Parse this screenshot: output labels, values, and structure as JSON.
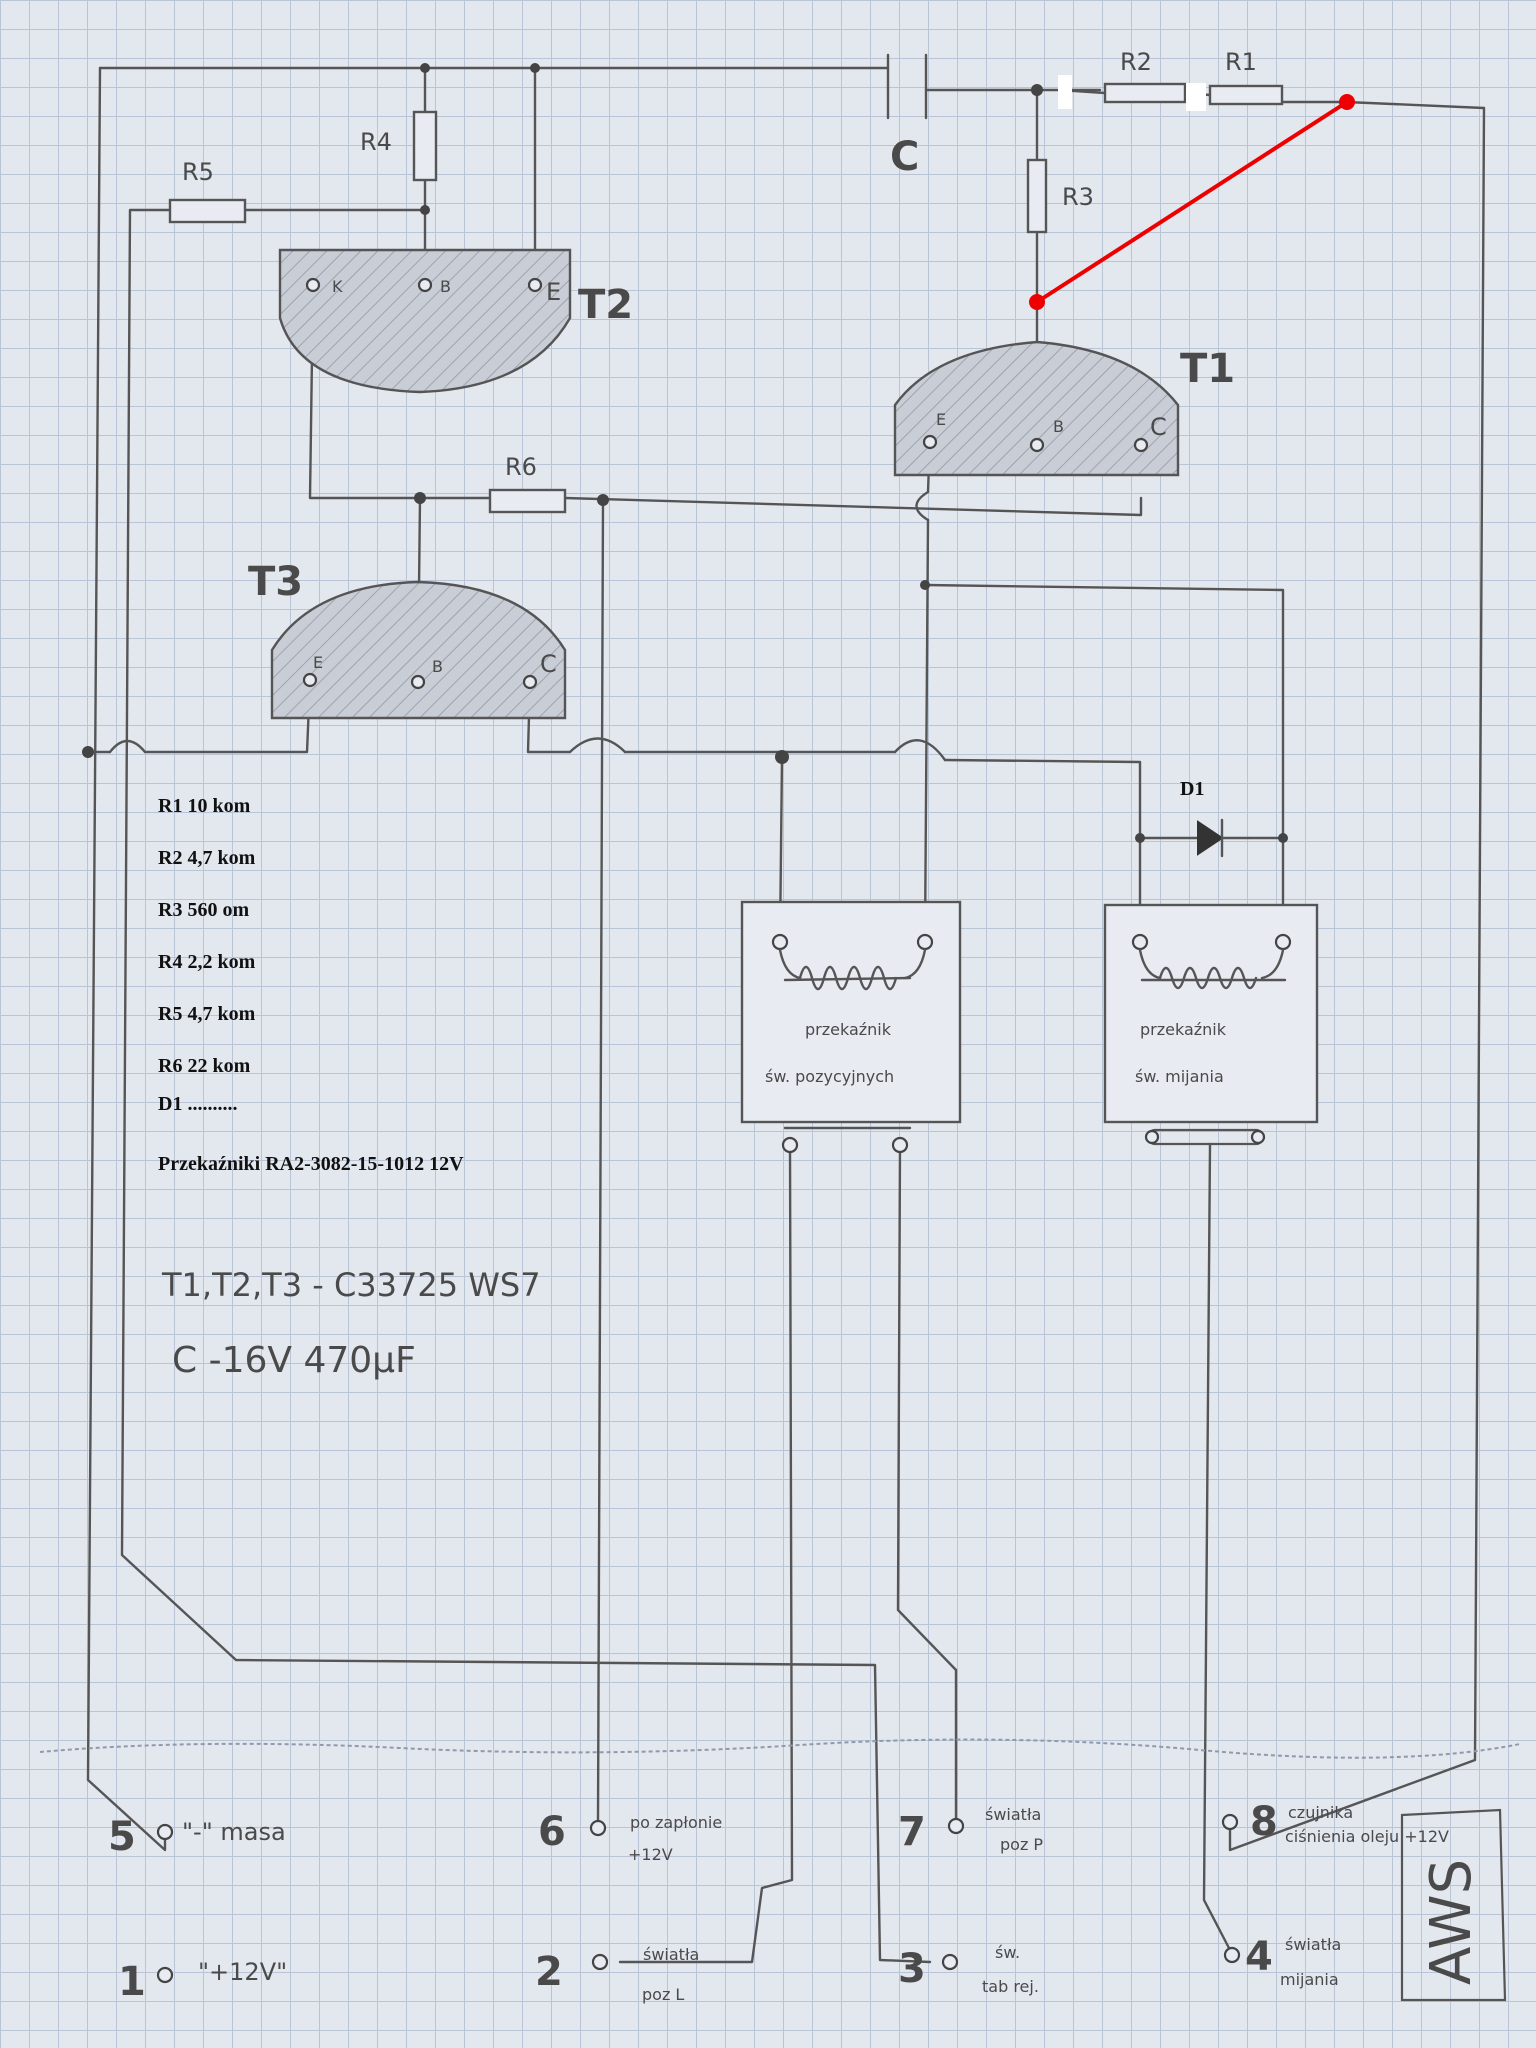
{
  "components": {
    "capacitor": "C",
    "resistors": [
      "R1",
      "R2",
      "R3",
      "R4",
      "R5",
      "R6"
    ],
    "diode": "D1",
    "transistors": [
      "T1",
      "T2",
      "T3"
    ],
    "pin_letters": {
      "e": "E",
      "b": "B",
      "c": "C",
      "k": "K"
    }
  },
  "relays": {
    "position": {
      "line1": "przekaźnik",
      "line2": "św. pozycyjnych"
    },
    "dipped": {
      "line1": "przekaźnik",
      "line2": "św. mijania"
    }
  },
  "parts_list": [
    "R1 10 kom",
    "R2 4,7 kom",
    "R3 560 om",
    "R4 2,2 kom",
    "R5 4,7 kom",
    "R6 22 kom",
    "D1 ..........",
    "Przekaźniki RA2-3082-15-1012 12V"
  ],
  "notes": {
    "transistors": "T1,T2,T3 - C33725 WS7",
    "capacitor": "C  -16V 470µF"
  },
  "terminals": [
    {
      "num": "5",
      "label1": "\"-\" masa",
      "label2": ""
    },
    {
      "num": "6",
      "label1": "po zapłonie",
      "label2": "+12V"
    },
    {
      "num": "7",
      "label1": "światła",
      "label2": "poz P"
    },
    {
      "num": "8",
      "label1": "czujnika",
      "label2": "ciśnienia oleju +12V"
    },
    {
      "num": "1",
      "label1": "\"+12V\"",
      "label2": ""
    },
    {
      "num": "2",
      "label1": "światła",
      "label2": "poz L"
    },
    {
      "num": "3",
      "label1": "św.",
      "label2": "tab rej."
    },
    {
      "num": "4",
      "label1": "światła",
      "label2": "mijania"
    }
  ],
  "signature": "AWS",
  "highlight_color": "#e00000"
}
